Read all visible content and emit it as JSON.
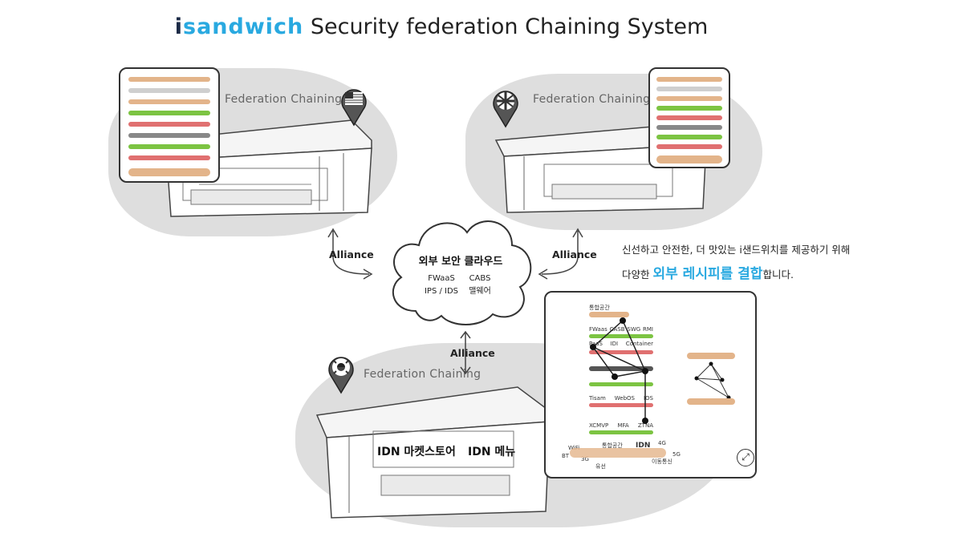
{
  "title": {
    "brand_i": "i",
    "brand_rest": "sandwich",
    "rest": " Security federation Chaining System"
  },
  "regions": [
    {
      "label": "Federation Chaining",
      "flag": "usa-flag-icon"
    },
    {
      "label": "Federation Chaining",
      "flag": "uk-flag-icon"
    },
    {
      "label": "Federation Chaining",
      "flag": "korea-flag-icon"
    }
  ],
  "alliance": {
    "left": "Alliance",
    "right": "Alliance",
    "bottom": "Alliance"
  },
  "cloud": {
    "title": "외부 보안 클라우드",
    "items_row1": [
      "FWaaS",
      "CABS"
    ],
    "items_row2": [
      "IPS / IDS",
      "맬웨어"
    ]
  },
  "description": {
    "line1": "신선하고 안전한, 더 맛있는 i샌드위치를 제공하기 위해",
    "line2_pre": "다양한 ",
    "line2_highlight": "외부 레시피를 결합",
    "line2_post": "합니다."
  },
  "store_signs": [
    "IDN 마켓스토어",
    "IDN 메뉴"
  ],
  "big_sheet": {
    "header": "통합공간",
    "row1": [
      "FWaas",
      "CASB",
      "SWG",
      "RMI"
    ],
    "row2": [
      "PaaS",
      "IDI",
      "Container"
    ],
    "row3": [
      "Tisam",
      "WebOS",
      "IOS"
    ],
    "row4": [
      "XCMVP",
      "MFA",
      "ZTNA"
    ],
    "bottom": [
      "WiFi",
      "통합공간",
      "IDN",
      "4G",
      "BT",
      "3G",
      "유선",
      "5G",
      "이동통신"
    ]
  },
  "colors": {
    "accent": "#29a9e0",
    "blob": "#dedede",
    "bread": "#e3b48a",
    "green": "#7cc442",
    "red": "#e07070"
  }
}
